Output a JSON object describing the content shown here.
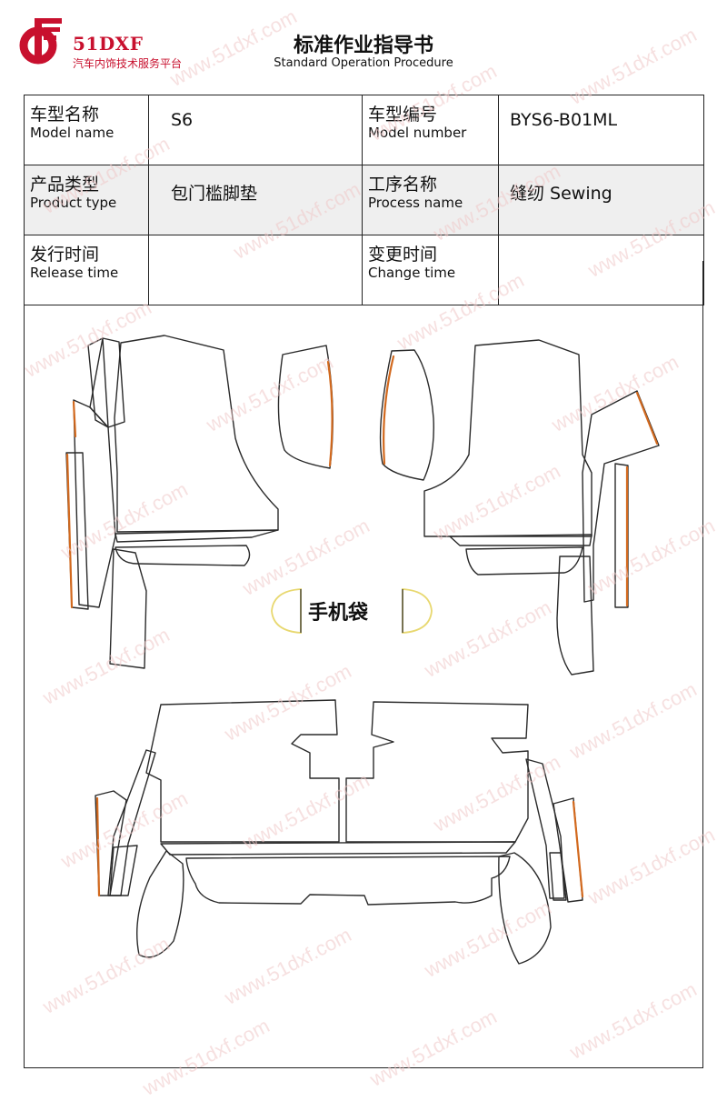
{
  "header": {
    "brand": "51DXF",
    "brand_tagline": "汽车内饰技术服务平台",
    "title": "标准作业指导书",
    "subtitle": "Standard Operation Procedure",
    "brand_color": "#c8102e"
  },
  "info": {
    "model_name": {
      "zh": "车型名称",
      "en": "Model name",
      "value": "S6"
    },
    "model_number": {
      "zh": "车型编号",
      "en": "Model number",
      "value": "BYS6-B01ML"
    },
    "product_type": {
      "zh": "产品类型",
      "en": "Product type",
      "value": "包门槛脚垫"
    },
    "process_name": {
      "zh": "工序名称",
      "en": "Process name",
      "value": "缝纫 Sewing"
    },
    "release_time": {
      "zh": "发行时间",
      "en": "Release time",
      "value": ""
    },
    "change_time": {
      "zh": "变更时间",
      "en": "Change time",
      "value": ""
    }
  },
  "drawing": {
    "pocket_label": "手机袋",
    "outline_color": "#2a2a2a",
    "sewing_edge_color": "#d2691e",
    "pocket_color": "#e8d870"
  },
  "watermark": "www.51dxf.com"
}
